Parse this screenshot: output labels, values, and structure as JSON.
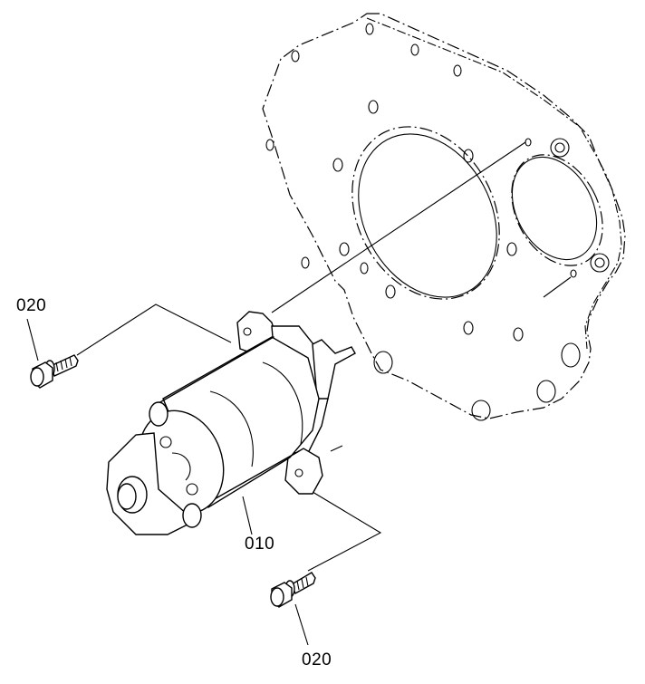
{
  "diagram": {
    "type": "exploded-parts-diagram",
    "subject": "Starter motor mounted to flywheel housing plate",
    "parts": [
      {
        "id": "010",
        "label": "010",
        "description": "starter motor"
      },
      {
        "id": "020a",
        "label": "020",
        "description": "bolt (upper)"
      },
      {
        "id": "020b",
        "label": "020",
        "description": "bolt (lower)"
      }
    ],
    "reference_component": "flywheel housing / end plate (phantom lines)"
  },
  "labels": {
    "part_010": "010",
    "part_020_upper": "020",
    "part_020_lower": "020"
  }
}
